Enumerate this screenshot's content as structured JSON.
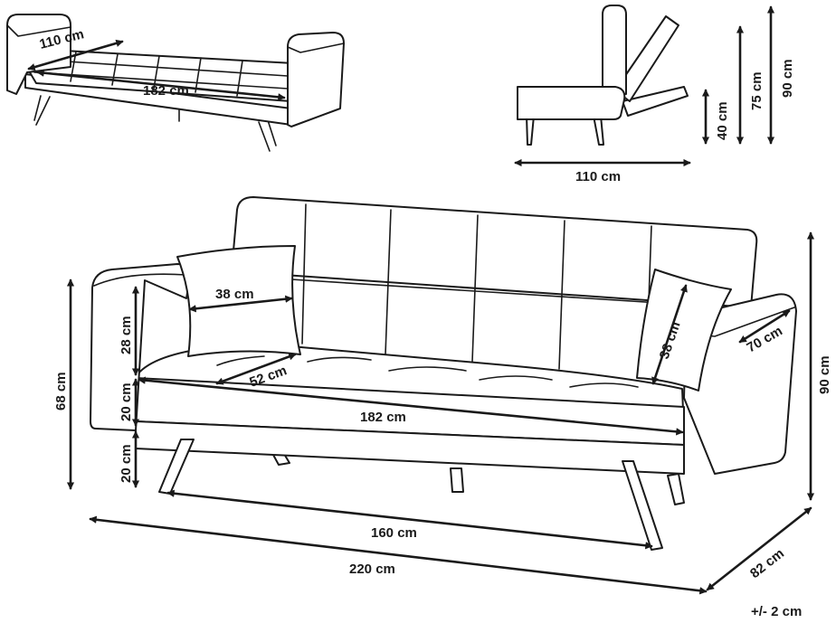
{
  "bed_view": {
    "depth": "110 cm",
    "width": "182 cm"
  },
  "side_view": {
    "seat_height": "40 cm",
    "back_height_reclined": "75 cm",
    "total_height": "90 cm",
    "depth": "110 cm"
  },
  "front_view": {
    "cushion_width": "38 cm",
    "backrest_height": "28 cm",
    "seat_depth": "52 cm",
    "cushion_height": "38 cm",
    "armrest_width": "70 cm",
    "armrest_height": "68 cm",
    "seat_thickness": "20 cm",
    "leg_height": "20 cm",
    "seat_width": "182 cm",
    "height": "90 cm",
    "leg_span": "160 cm",
    "total_width": "220 cm",
    "depth": "82 cm"
  },
  "tolerance": "+/- 2 cm"
}
